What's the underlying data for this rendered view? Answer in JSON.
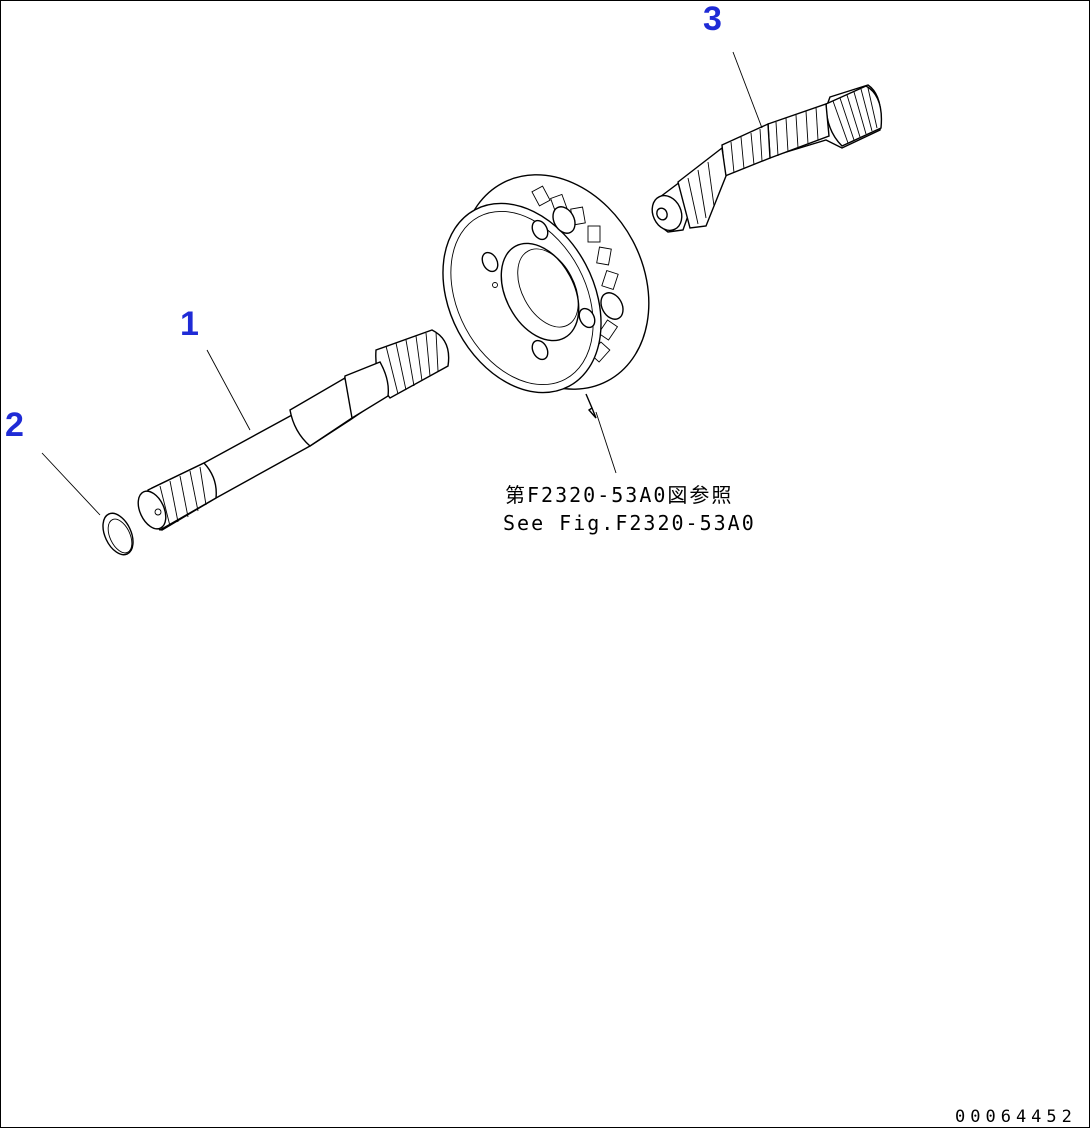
{
  "callouts": [
    {
      "id": "1",
      "label": "1"
    },
    {
      "id": "2",
      "label": "2"
    },
    {
      "id": "3",
      "label": "3"
    }
  ],
  "reference_note": {
    "line_ja": "第F2320-53A0図参照",
    "line_en": "See Fig.F2320-53A0"
  },
  "document_id": "00064452",
  "colors": {
    "callout": "#1f2bd6",
    "line": "#000000",
    "background": "#ffffff"
  }
}
